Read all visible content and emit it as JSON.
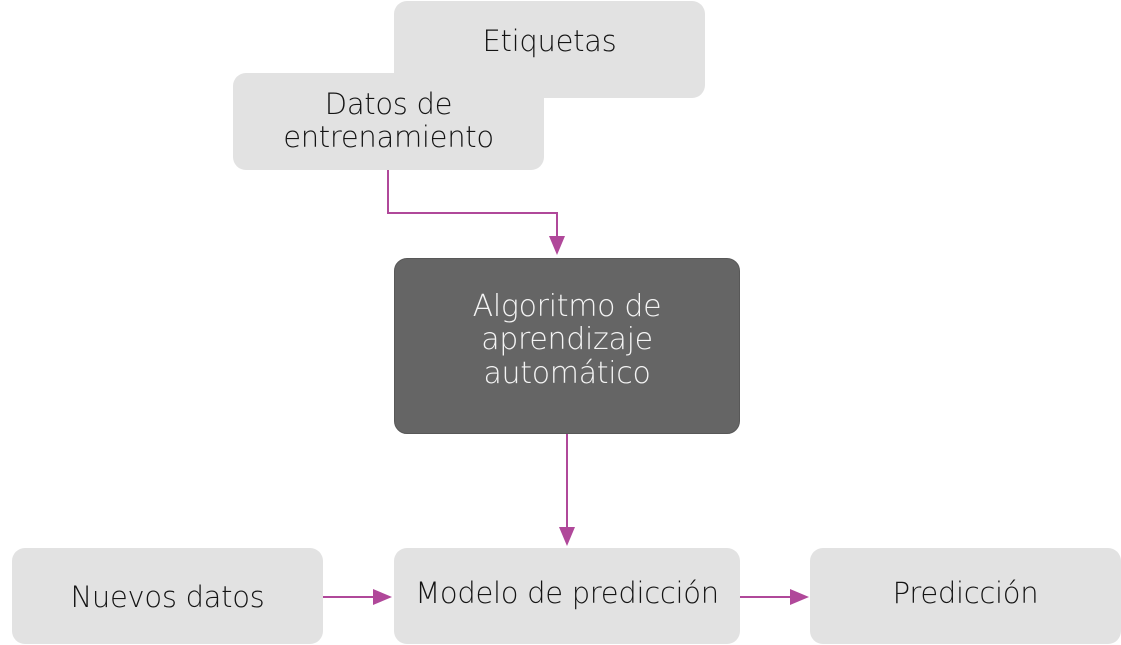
{
  "diagram": {
    "nodes": {
      "etiquetas": {
        "label": "Etiquetas",
        "style": "light"
      },
      "datos_entrenamiento": {
        "label": "Datos de\nentrenamiento",
        "style": "light"
      },
      "algoritmo": {
        "label": "Algoritmo de\naprendizaje automático",
        "style": "dark"
      },
      "nuevos_datos": {
        "label": "Nuevos datos",
        "style": "light"
      },
      "modelo": {
        "label": "Modelo de predicción",
        "style": "light"
      },
      "prediccion": {
        "label": "Predicción",
        "style": "light"
      }
    },
    "edges": [
      {
        "from": "datos_entrenamiento",
        "to": "algoritmo"
      },
      {
        "from": "algoritmo",
        "to": "modelo"
      },
      {
        "from": "nuevos_datos",
        "to": "modelo"
      },
      {
        "from": "modelo",
        "to": "prediccion"
      }
    ],
    "colors": {
      "light_node": "#e2e2e2",
      "dark_node": "#656565",
      "arrow": "#b0489a"
    }
  }
}
